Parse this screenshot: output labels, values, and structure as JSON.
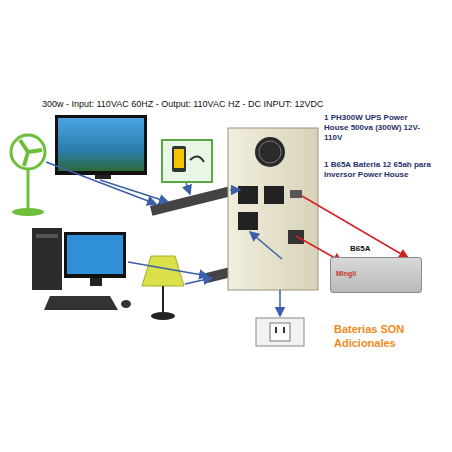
{
  "diagram": {
    "title": "300w - Input: 110VAC 60HZ - Output: 110VAC HZ - DC INPUT: 12VDC",
    "nodes": [
      {
        "text": [
          "B65A",
          "Mingli"
        ]
      }
    ],
    "labels": [
      "1 PH300W UPS Power House 500va (300W) 12V-110V",
      "1 B65A Bateria 12 65ah para Inversor Power House",
      "Baterias SON Adicionales"
    ]
  }
}
